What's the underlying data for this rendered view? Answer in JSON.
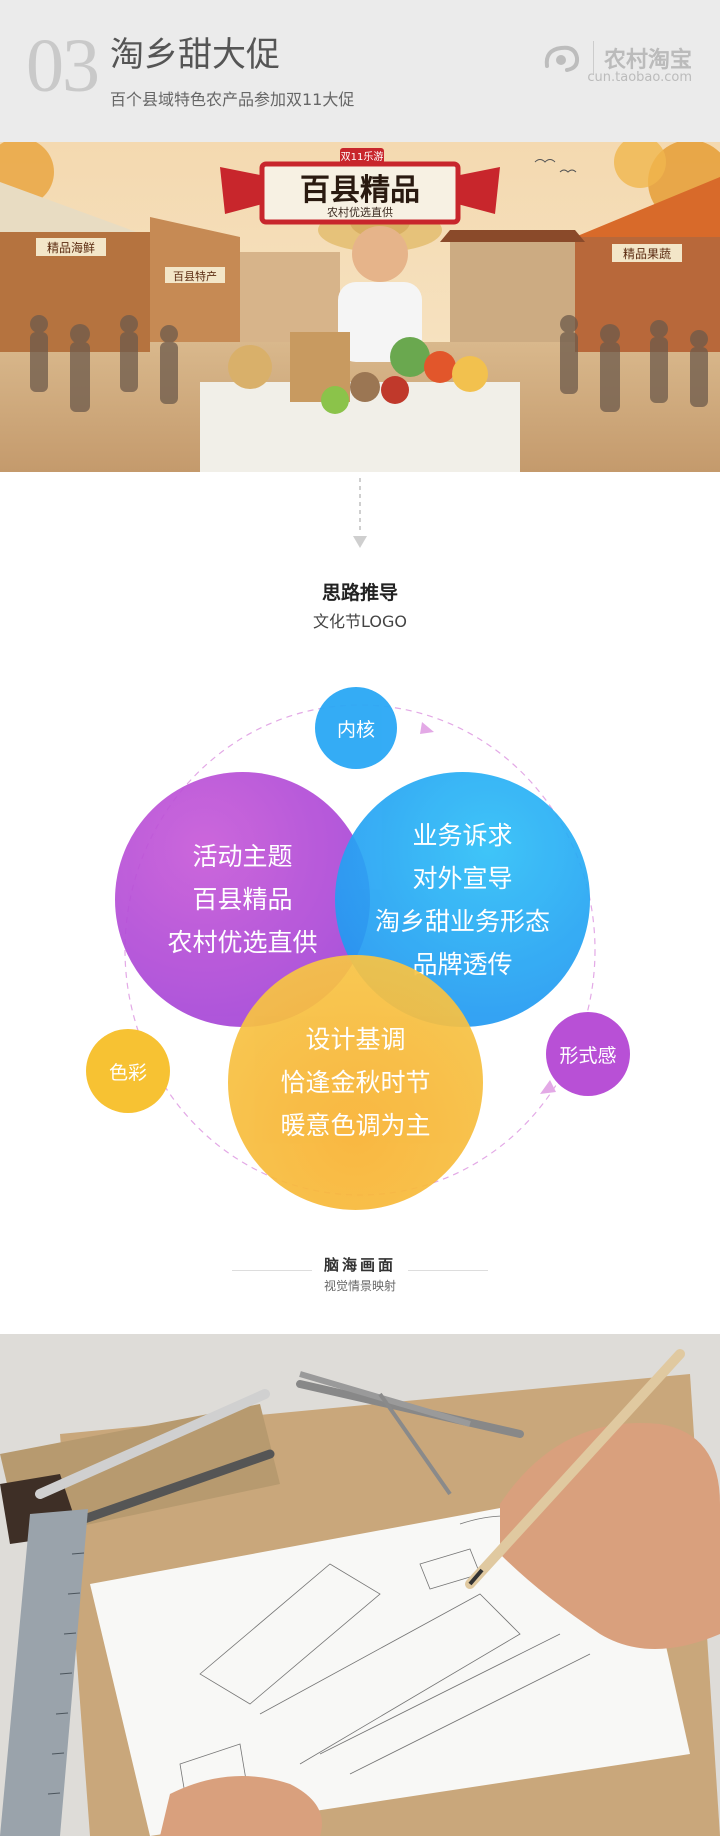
{
  "header": {
    "number": "03",
    "title": "淘乡甜大促",
    "subtitle": "百个县域特色农产品参加双11大促",
    "brand_cn": "农村淘宝",
    "brand_url": "cun.taobao.com"
  },
  "banner": {
    "shop_left": "精品海鲜",
    "shop_left2": "百县特产",
    "shop_right": "精品果蔬",
    "plaque_main": "百县精品",
    "plaque_sub": "农村优选直供",
    "plaque_tag": "双11乐游"
  },
  "section1": {
    "title": "思路推导",
    "subtitle": "文化节LOGO"
  },
  "diagram": {
    "core": "内核",
    "color": "色彩",
    "form": "形式感",
    "theme": [
      "活动主题",
      "百县精品",
      "农村优选直供"
    ],
    "business": [
      "业务诉求",
      "对外宣导",
      "淘乡甜业务形态",
      "品牌透传"
    ],
    "design": [
      "设计基调",
      "恰逢金秋时节",
      "暖意色调为主"
    ],
    "colors": {
      "purple": "#a64fd8",
      "blue": "#2aa8f5",
      "yellow": "#f7b733",
      "dash": "#e3a9e6"
    }
  },
  "section2": {
    "title": "脑海画面",
    "subtitle": "视觉情景映射"
  }
}
